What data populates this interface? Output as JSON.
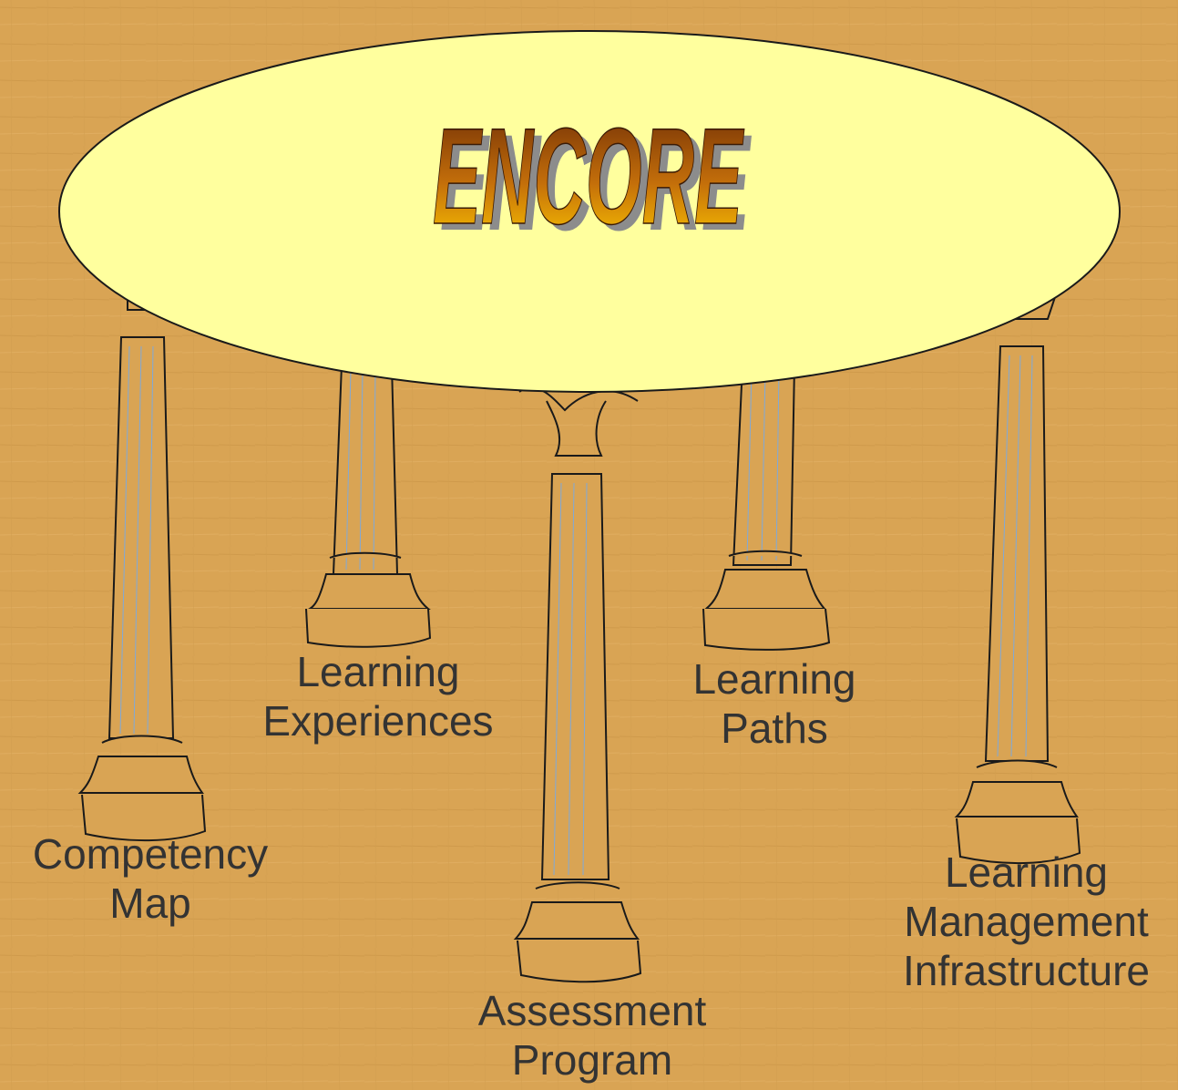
{
  "title": "ENCORE",
  "pillars": [
    {
      "lines": [
        "Competency",
        "Map"
      ]
    },
    {
      "lines": [
        "Learning",
        "Experiences"
      ]
    },
    {
      "lines": [
        "Assessment",
        "Program"
      ]
    },
    {
      "lines": [
        "Learning",
        "Paths"
      ]
    },
    {
      "lines": [
        "Learning",
        "Management",
        "Infrastructure"
      ]
    }
  ],
  "colors": {
    "background": "#d9a454",
    "ellipse_fill": "#ffff9e",
    "label_text": "#333333",
    "title_top": "#6b2a06",
    "title_bottom": "#ffcc00",
    "flute_lines": "#7fa9d9"
  }
}
